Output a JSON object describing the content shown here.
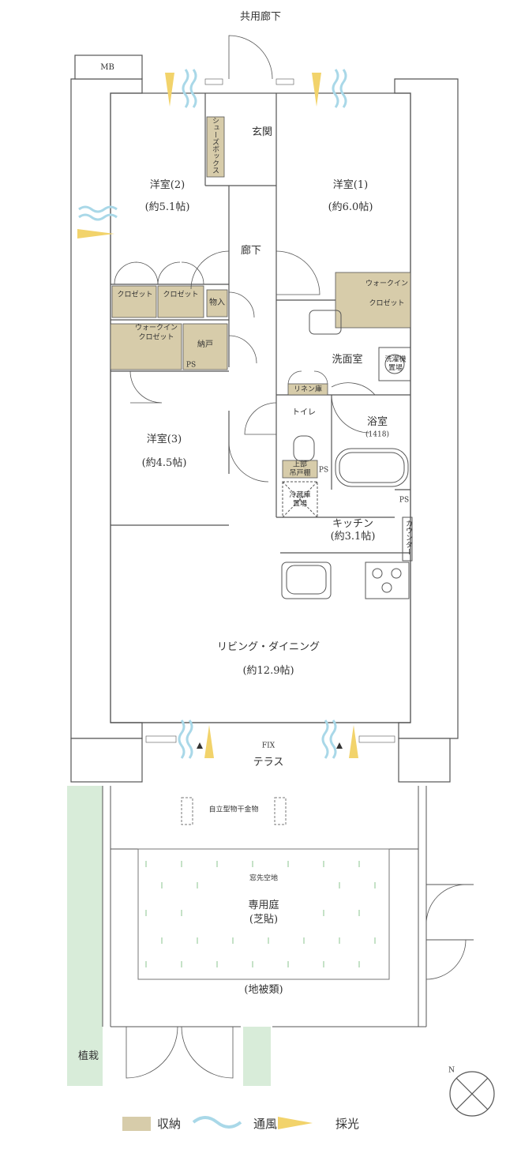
{
  "colors": {
    "storage": "#d7ccaa",
    "wind": "#a9d8e8",
    "light": "#f2d36b",
    "planting": "#d8ecd9",
    "wall": "#ffffff",
    "line": "#555555"
  },
  "labels": {
    "corridor_top": "共用廊下",
    "mb": "MB",
    "entrance": "玄関",
    "shoe_box": "シューズボックス",
    "room2_name": "洋室(2)",
    "room2_size": "(約5.1帖)",
    "room1_name": "洋室(1)",
    "room1_size": "(約6.0帖)",
    "hallway": "廊下",
    "closet_a": "クロゼット",
    "closet_b": "クロゼット",
    "storage_mono": "物入",
    "walkin_right_1": "ウォークイン",
    "walkin_right_2": "クロゼット",
    "walkin_left_1": "ウォークイン",
    "walkin_left_2": "クロゼット",
    "nando": "納戸",
    "ps1": "PS",
    "washroom": "洗面室",
    "washer_1": "洗濯機",
    "washer_2": "置場",
    "linen": "リネン庫",
    "toilet": "トイレ",
    "bath": "浴室",
    "bath_size": "(1418)",
    "upper_shelf_1": "上部",
    "upper_shelf_2": "吊戸棚",
    "ps2": "PS",
    "fridge_1": "冷蔵庫",
    "fridge_2": "置場",
    "ps3": "PS",
    "room3_name": "洋室(3)",
    "room3_size": "(約4.5帖)",
    "kitchen_name": "キッチン",
    "kitchen_size": "(約3.1帖)",
    "counter": "カウンター",
    "living_name": "リビング・ダイニング",
    "living_size": "(約12.9帖)",
    "fix": "FIX",
    "terrace": "テラス",
    "drying": "自立型物干金物",
    "window_space": "窓先空地",
    "garden_1": "専用庭",
    "garden_2": "(芝貼)",
    "ground_cover": "(地被類)",
    "planting": "植栽",
    "north": "N"
  },
  "legend": {
    "storage": "収納",
    "wind": "通風",
    "light": "採光"
  }
}
